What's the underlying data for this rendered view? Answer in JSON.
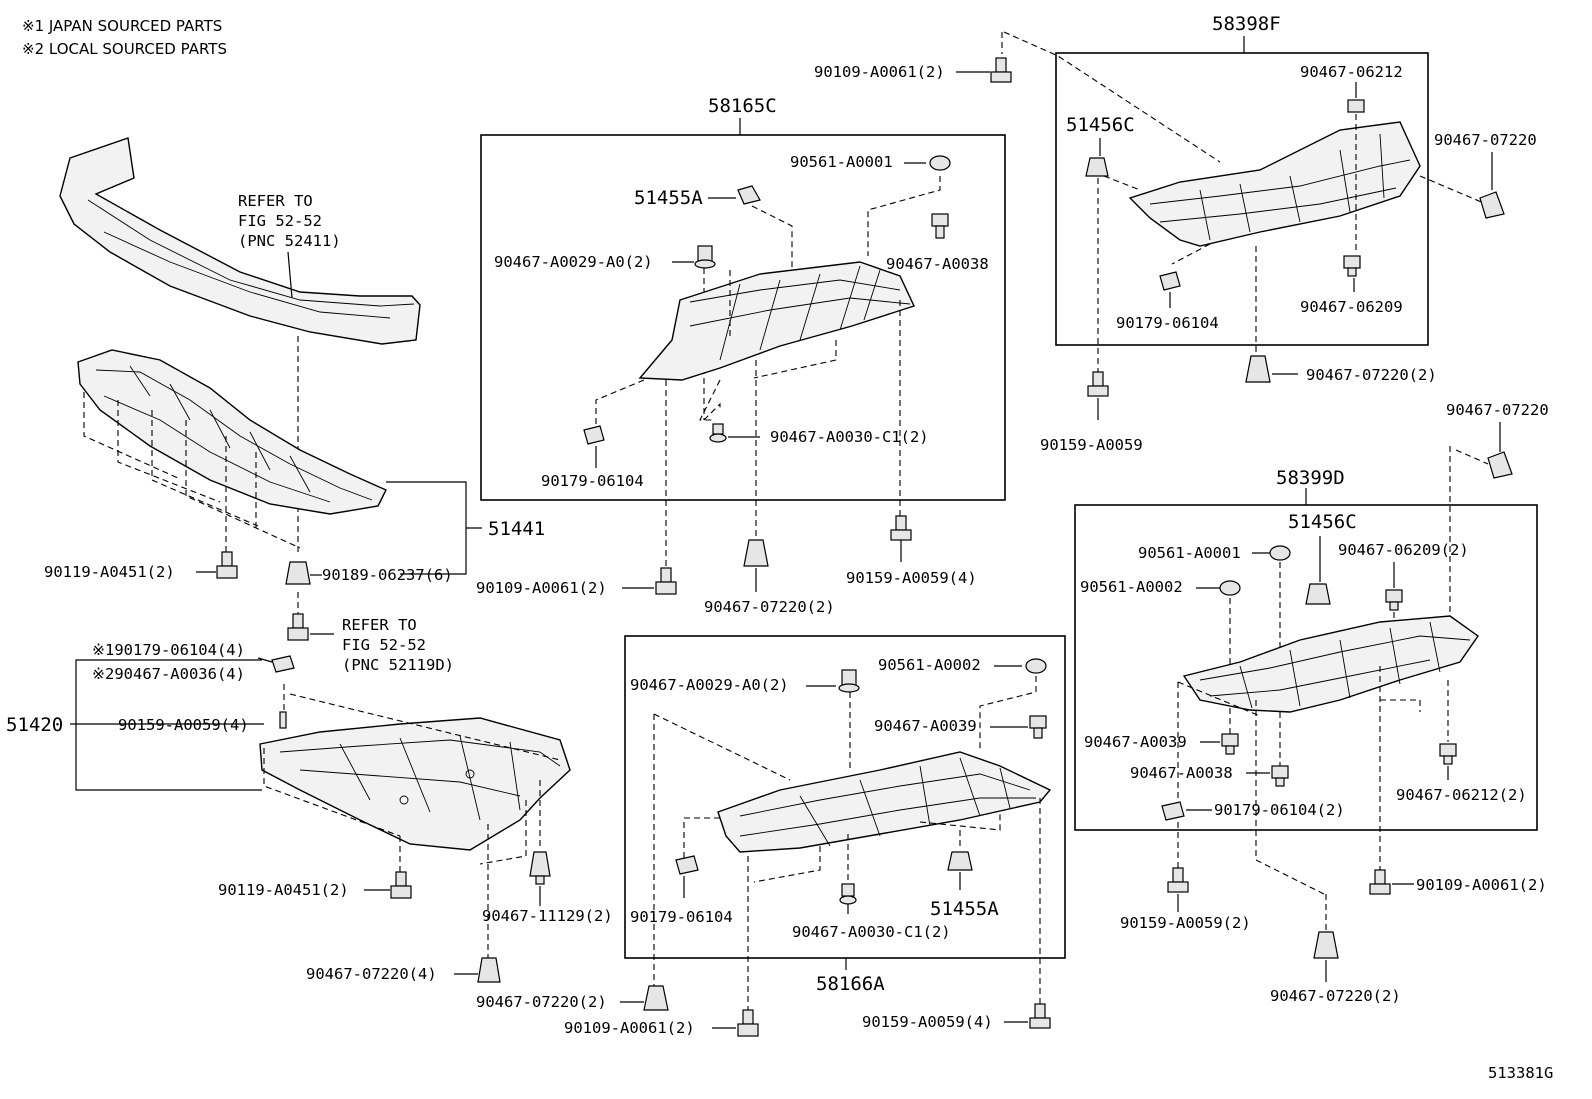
{
  "notes": [
    "※1 JAPAN SOURCED PARTS",
    "※2 LOCAL SOURCED PARTS"
  ],
  "reference_id": "513381G",
  "refer_bumper": [
    "REFER TO",
    "FIG 52-52",
    "(PNC 52411)"
  ],
  "refer_bracket": [
    "REFER TO",
    "FIG 52-52",
    "(PNC 52119D)"
  ],
  "group_labels": {
    "g58165C": "58165C",
    "g58166A": "58166A",
    "g58398F": "58398F",
    "g58399D": "58399D",
    "g51441": "51441",
    "g51420": "51420",
    "p51455A_top": "51455A",
    "p51455A_bot": "51455A",
    "p51456C_top": "51456C",
    "p51456C_bot": "51456C"
  },
  "callouts": {
    "c01": "90109-A0061(2)",
    "c02": "90467-06212",
    "c03": "90467-07220",
    "c04": "90467-06209",
    "c05": "90179-06104",
    "c06": "90467-07220(2)",
    "c07": "90159-A0059",
    "c08": "90561-A0001",
    "c09": "90467-A0029-A0(2)",
    "c10": "90467-A0038",
    "c11": "90467-A0030-C1(2)",
    "c12": "90179-06104",
    "c13": "90119-A0451(2)",
    "c14": "90189-06237(6)",
    "c15": "90109-A0061(2)",
    "c16": "90467-07220(2)",
    "c17": "90159-A0059(4)",
    "c18": "90467-07220",
    "c19": "90561-A0001",
    "c20": "90467-06209(2)",
    "c21": "90561-A0002",
    "c22": "90467-A0039",
    "c23": "90467-A0038",
    "c24": "90179-06104(2)",
    "c25": "90467-06212(2)",
    "c26": "90159-A0059(2)",
    "c27": "90109-A0061(2)",
    "c28": "90467-07220(2)",
    "c29": "※190179-06104(4)",
    "c30": "※290467-A0036(4)",
    "c31": "90159-A0059(4)",
    "c32": "90119-A0451(2)",
    "c33": "90467-11129(2)",
    "c34": "90467-07220(4)",
    "c35": "90467-A0029-A0(2)",
    "c36": "90561-A0002",
    "c37": "90467-A0039",
    "c38": "90179-06104",
    "c39": "90467-A0030-C1(2)",
    "c40": "90467-07220(2)",
    "c41": "90109-A0061(2)",
    "c42": "90159-A0059(4)"
  }
}
